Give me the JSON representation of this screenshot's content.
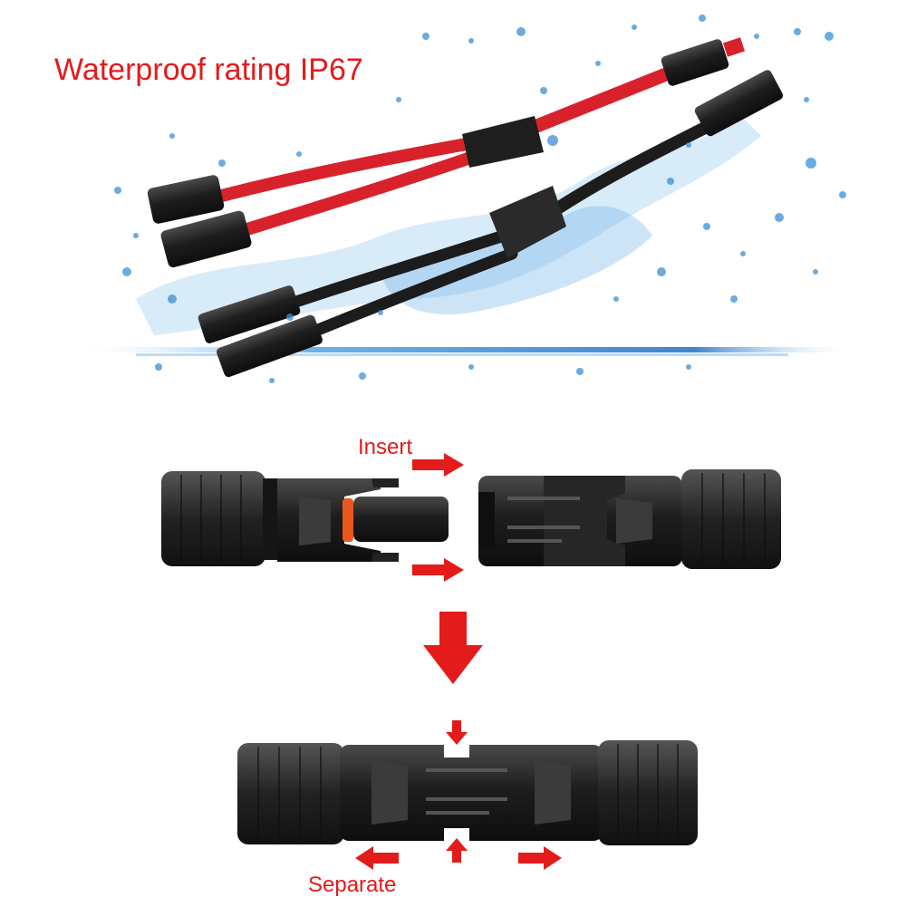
{
  "page": {
    "title": "Waterproof rating IP67",
    "insert_label": "Insert",
    "separate_label": "Separate"
  },
  "colors": {
    "accent_red": "#e31b1b",
    "cable_red": "#d8222b",
    "cable_black": "#1c1c1c",
    "connector_dark": "#2b2b2b",
    "water_blue": "#3a8fd6"
  },
  "icons": {
    "arrows": [
      "arrow-right-icon",
      "arrow-down-icon",
      "arrow-left-icon",
      "arrow-up-icon"
    ]
  }
}
